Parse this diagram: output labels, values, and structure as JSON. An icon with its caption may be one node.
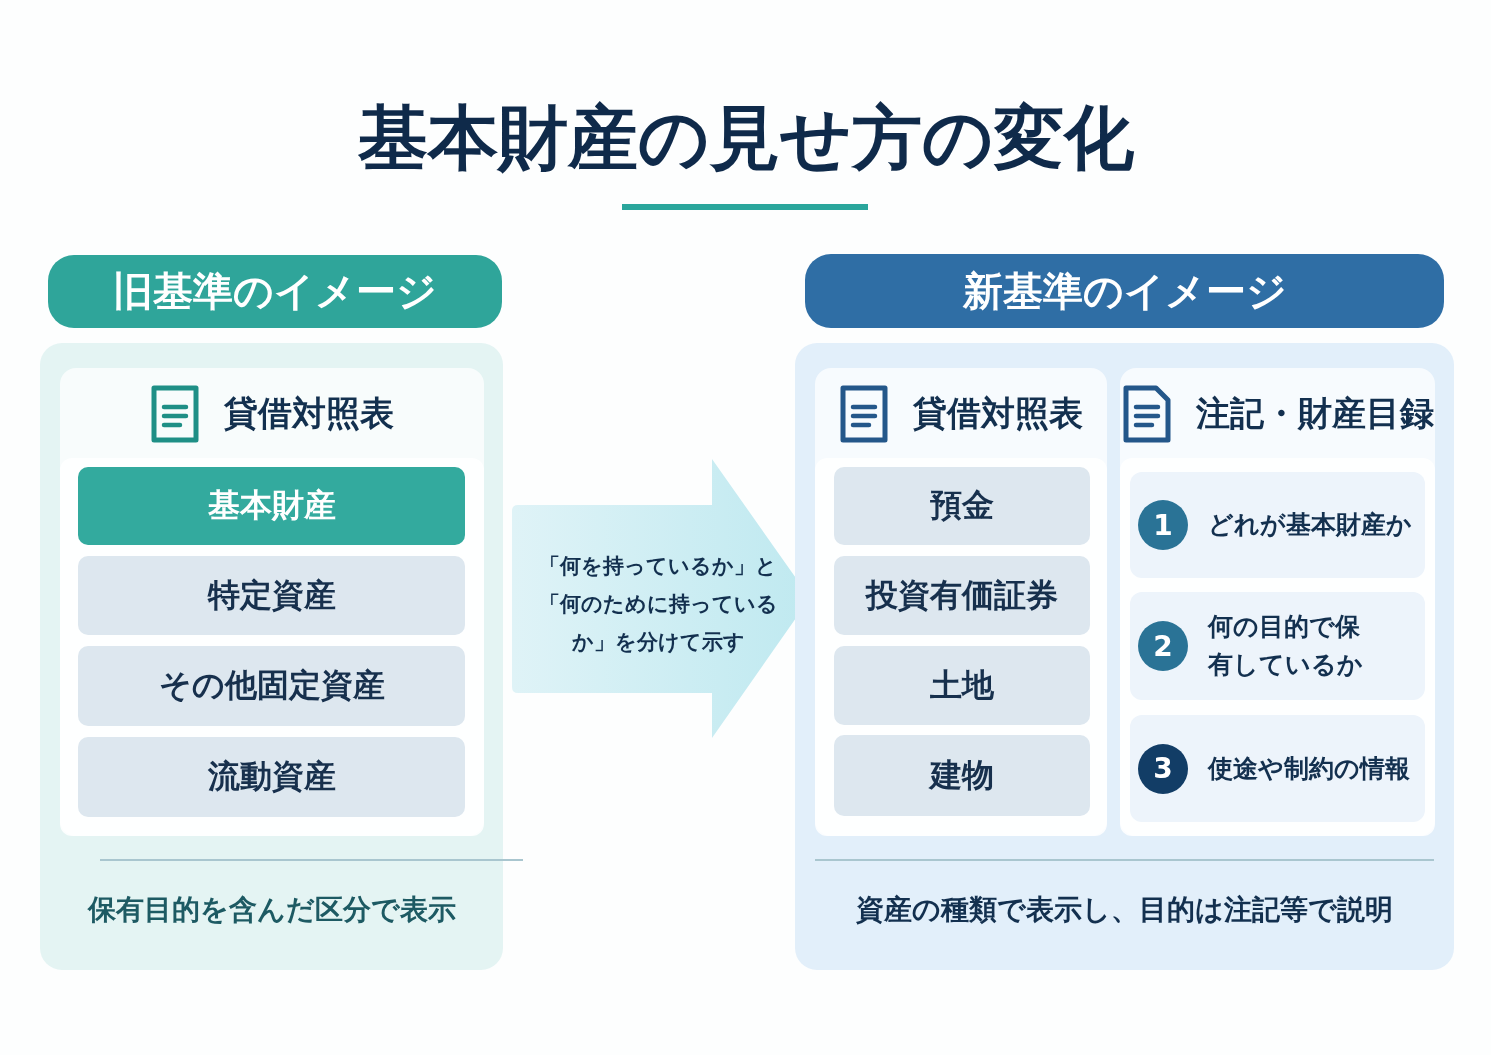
{
  "diagram": {
    "title": "基本財産の見せ方の変化",
    "nodes": [
      {
        "text": [
          "旧基準のイメージ"
        ]
      },
      {
        "text": [
          "保有目的を含んだ区分で表示"
        ]
      },
      {
        "text": [
          "貸借対照表"
        ],
        "in": 1
      },
      {
        "text": [
          "基本財産"
        ],
        "in": 2
      },
      {
        "text": [
          "特定資産"
        ],
        "in": 2
      },
      {
        "text": [
          "その他固定資産"
        ],
        "in": 2
      },
      {
        "text": [
          "流動資産"
        ],
        "in": 2
      },
      {
        "text": [
          "「何を持っているか」と「何のために持っているか」を分けて示す"
        ]
      },
      {
        "text": [
          "新基準のイメージ"
        ]
      },
      {
        "text": [
          "資産の種類で表示し、目的は注記等で説明"
        ]
      },
      {
        "text": [
          "貸借対照表"
        ],
        "in": 9
      },
      {
        "text": [
          "預金"
        ],
        "in": 10
      },
      {
        "text": [
          "投資有価証券"
        ],
        "in": 10
      },
      {
        "text": [
          "土地"
        ],
        "in": 10
      },
      {
        "text": [
          "建物"
        ],
        "in": 10
      },
      {
        "text": [
          "注記・財産目録"
        ],
        "in": 9
      },
      {
        "text": [
          "1",
          "どれが基本財産か"
        ],
        "in": 15
      },
      {
        "text": [
          "2",
          "何の目的で保有しているか"
        ],
        "in": 15
      },
      {
        "text": [
          "3",
          "使途や制約の情報"
        ],
        "in": 15
      }
    ]
  }
}
